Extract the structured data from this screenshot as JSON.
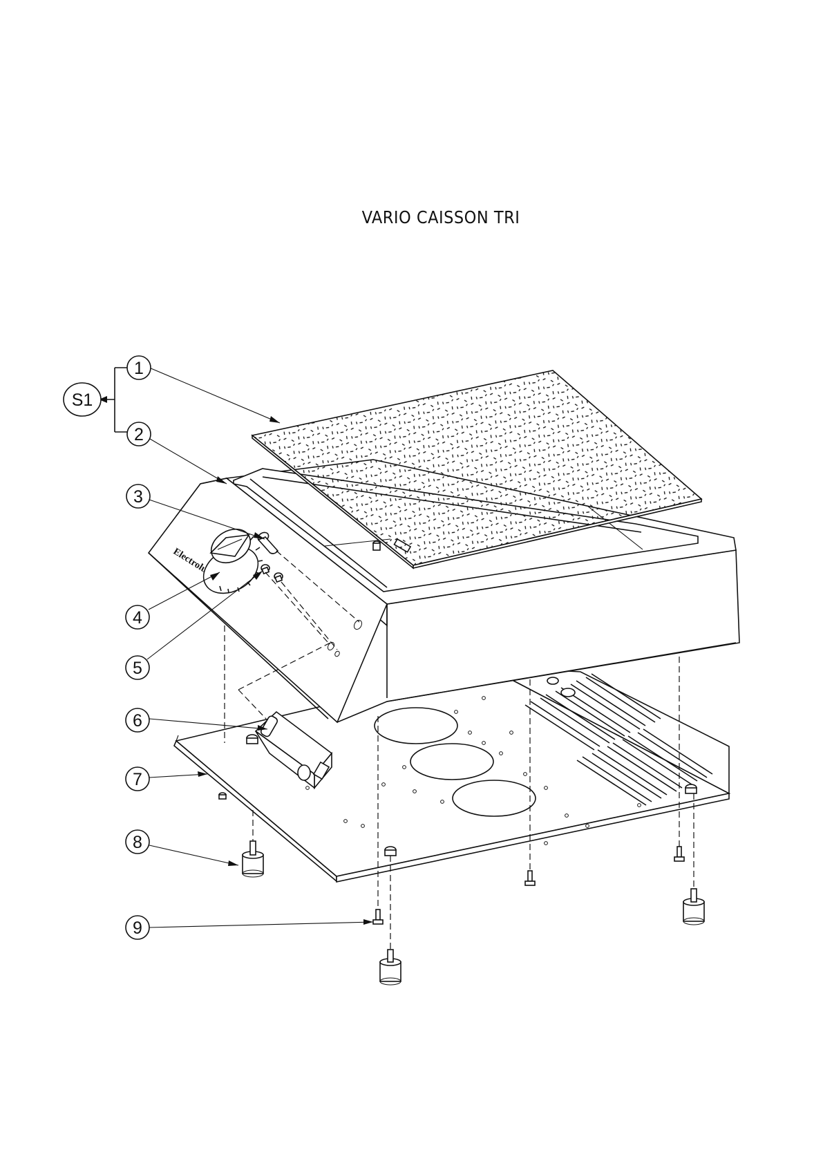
{
  "title": "VARIO CAISSON TRI",
  "group_callout": {
    "label": "S1",
    "members": [
      "1",
      "2"
    ]
  },
  "brand_plate": "Electrolux",
  "callouts": [
    {
      "label": "1"
    },
    {
      "label": "2"
    },
    {
      "label": "3"
    },
    {
      "label": "4"
    },
    {
      "label": "5"
    },
    {
      "label": "6"
    },
    {
      "label": "7"
    },
    {
      "label": "8"
    },
    {
      "label": "9"
    }
  ]
}
